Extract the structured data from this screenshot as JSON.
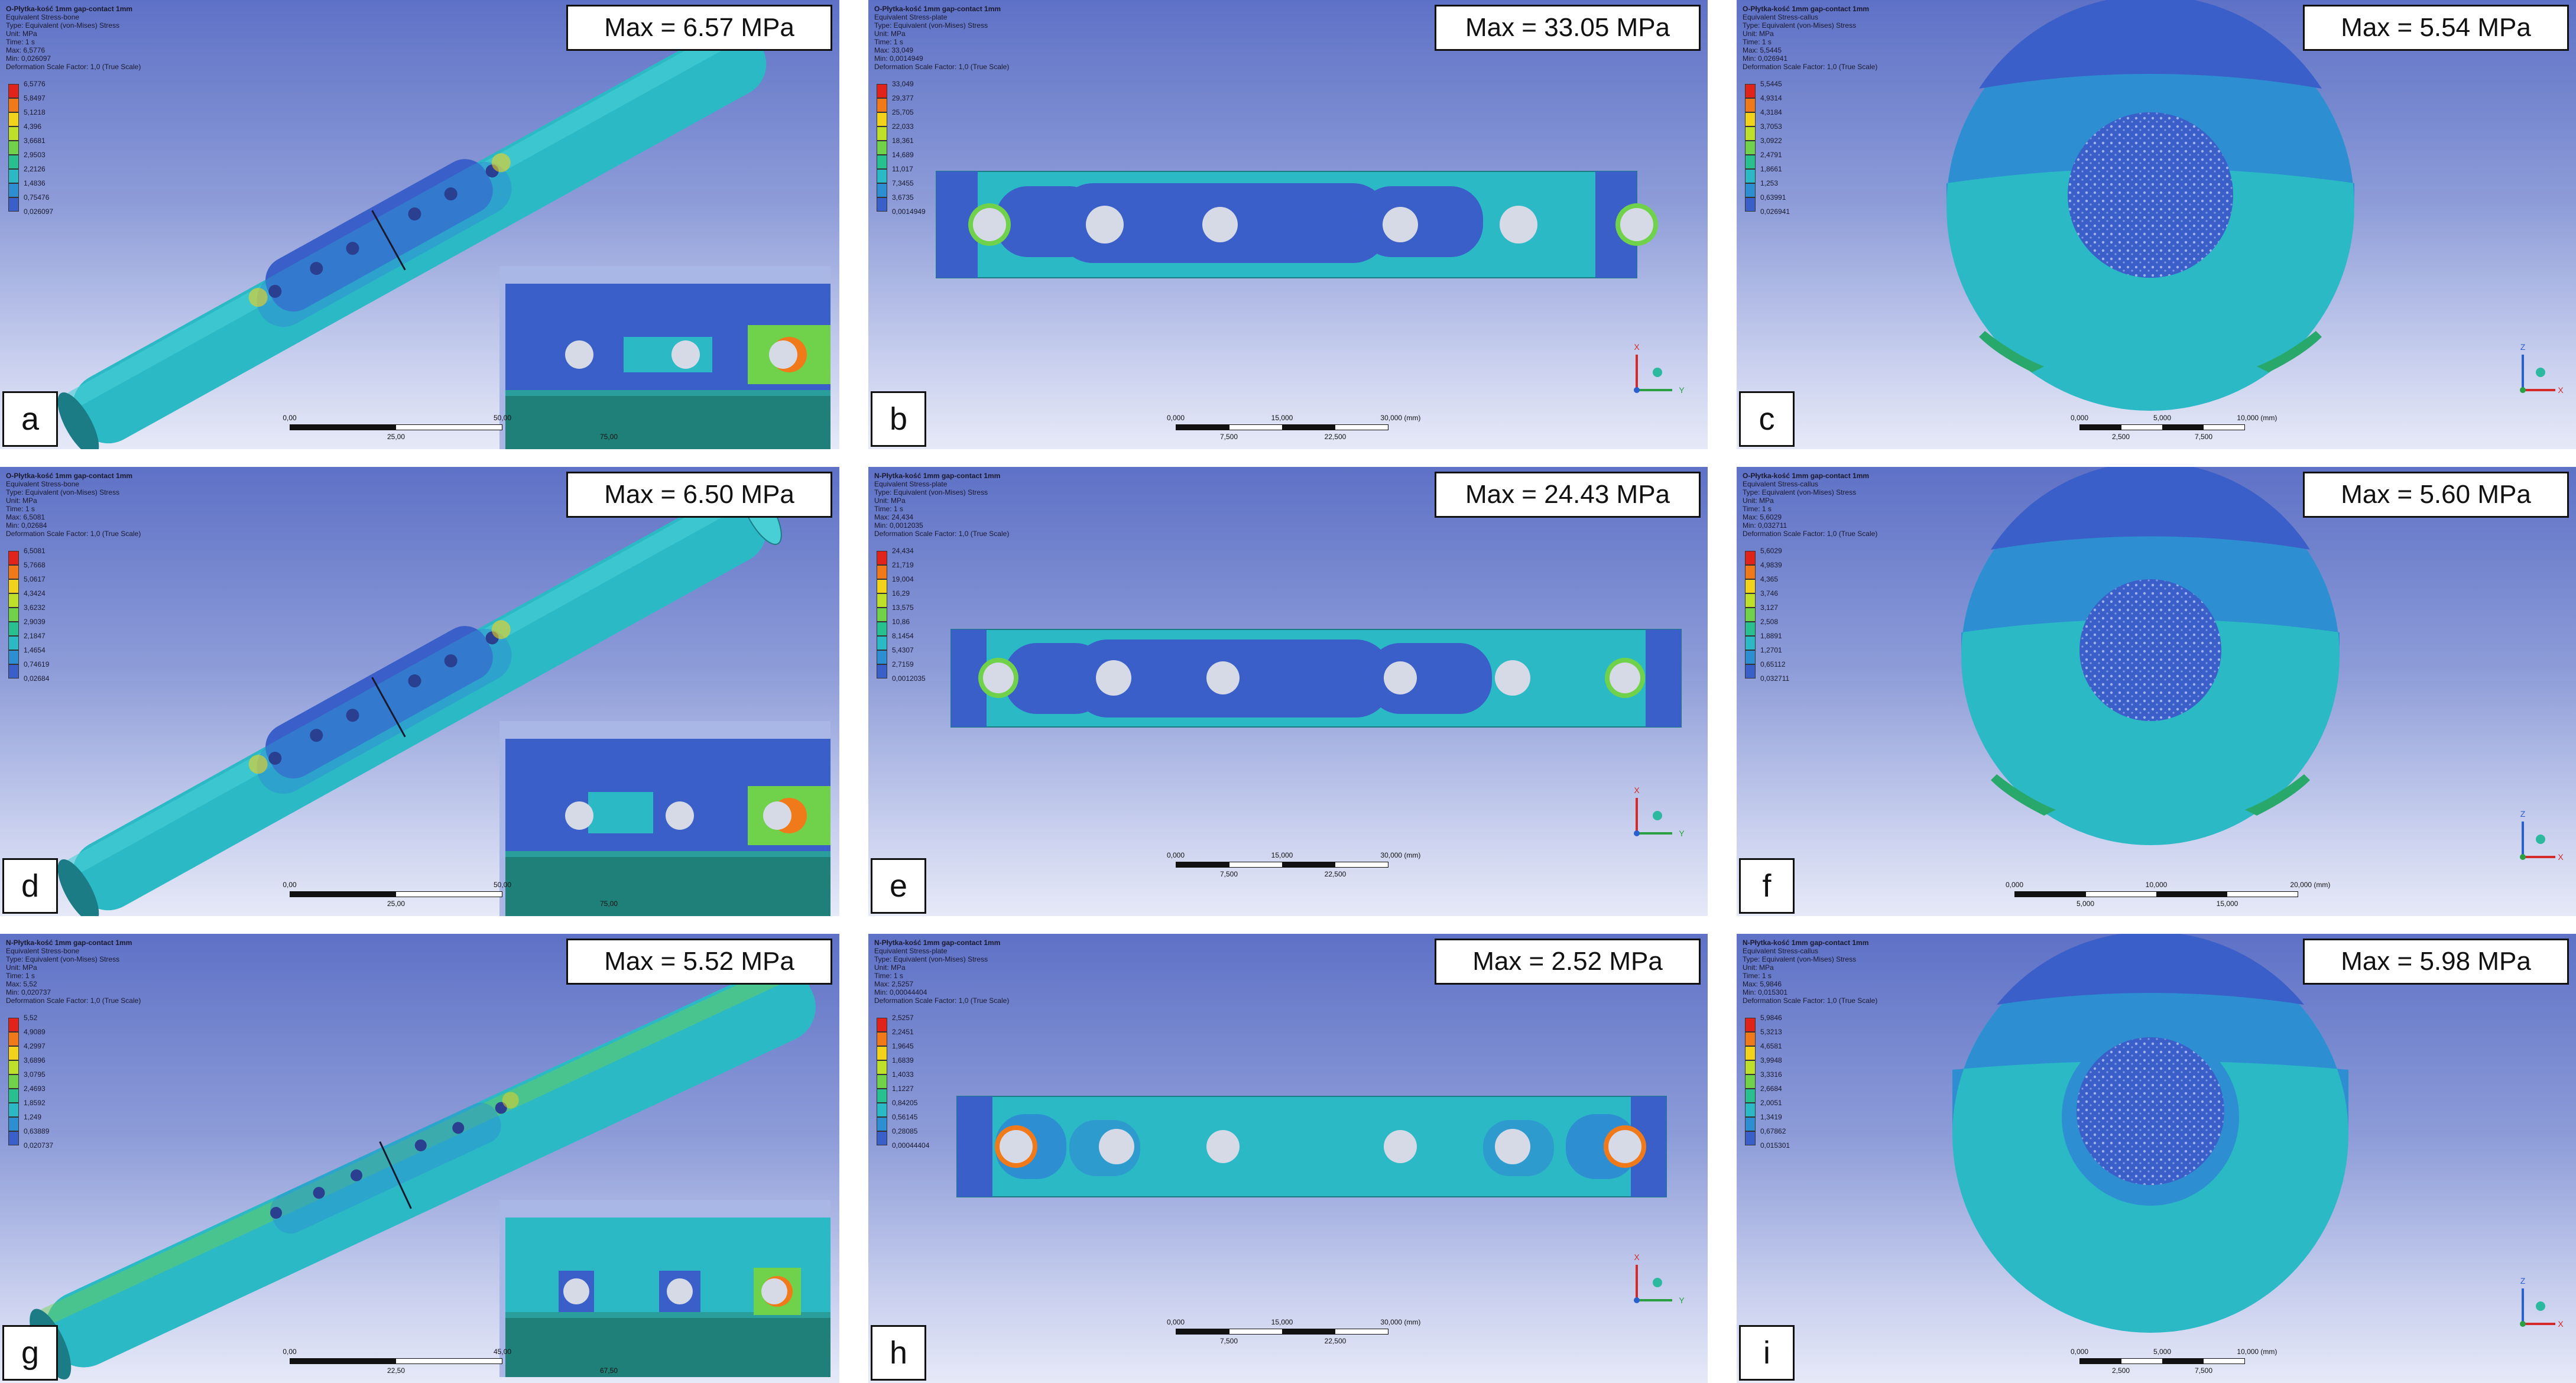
{
  "legend_colors": [
    "#e2231a",
    "#f07a1a",
    "#f2d21b",
    "#bfe02a",
    "#6fd24a",
    "#28c08e",
    "#2cb9c6",
    "#2d8fd2",
    "#3a5fc9"
  ],
  "panels": [
    {
      "letter": "a",
      "max": "Max = 6.57 MPa",
      "header": [
        "O-Płytka-kość 1mm gap-contact 1mm",
        "Equivalent Stress-bone",
        "Type: Equivalent (von-Mises) Stress",
        "Unit: MPa",
        "Time: 1 s",
        "Max: 6,5776",
        "Min: 0,026097",
        "Deformation Scale Factor: 1,0 (True Scale)"
      ],
      "legend": [
        "6,5776",
        "5,8497",
        "5,1218",
        "4,396",
        "3,6681",
        "2,9503",
        "2,2126",
        "1,4836",
        "0,75476",
        "0,026097"
      ],
      "scale": {
        "top": [
          "0,00",
          "50,00"
        ],
        "bottom": [
          "25,00",
          "75,00"
        ],
        "unit": ""
      }
    },
    {
      "letter": "b",
      "max": "Max = 33.05 MPa",
      "header": [
        "O-Płytka-kość 1mm gap-contact 1mm",
        "Equivalent Stress-plate",
        "Type: Equivalent (von-Mises) Stress",
        "Unit: MPa",
        "Time: 1 s",
        "Max: 33,049",
        "Min: 0,0014949",
        "Deformation Scale Factor: 1,0 (True Scale)"
      ],
      "legend": [
        "33,049",
        "29,377",
        "25,705",
        "22,033",
        "18,361",
        "14,689",
        "11,017",
        "7,3455",
        "3,6735",
        "0,0014949"
      ],
      "scale": {
        "top": [
          "0,000",
          "15,000",
          "30,000 (mm)"
        ],
        "bottom": [
          "7,500",
          "22,500"
        ],
        "unit": ""
      }
    },
    {
      "letter": "c",
      "max": "Max = 5.54 MPa",
      "header": [
        "O-Płytka-kość 1mm gap-contact 1mm",
        "Equivalent Stress-callus",
        "Type: Equivalent (von-Mises) Stress",
        "Unit: MPa",
        "Time: 1 s",
        "Max: 5,5445",
        "Min: 0,026941",
        "Deformation Scale Factor: 1,0 (True Scale)"
      ],
      "legend": [
        "5,5445",
        "4,9314",
        "4,3184",
        "3,7053",
        "3,0922",
        "2,4791",
        "1,8661",
        "1,253",
        "0,63991",
        "0,026941"
      ],
      "scale": {
        "top": [
          "0,000",
          "5,000",
          "10,000 (mm)"
        ],
        "bottom": [
          "2,500",
          "7,500"
        ],
        "unit": ""
      }
    },
    {
      "letter": "d",
      "max": "Max = 6.50 MPa",
      "header": [
        "O-Płytka-kość 1mm gap-contact 1mm",
        "Equivalent Stress-bone",
        "Type: Equivalent (von-Mises) Stress",
        "Unit: MPa",
        "Time: 1 s",
        "Max: 6,5081",
        "Min: 0,02684",
        "Deformation Scale Factor: 1,0 (True Scale)"
      ],
      "legend": [
        "6,5081",
        "5,7668",
        "5,0617",
        "4,3424",
        "3,6232",
        "2,9039",
        "2,1847",
        "1,4654",
        "0,74619",
        "0,02684"
      ],
      "scale": {
        "top": [
          "0,00",
          "50,00"
        ],
        "bottom": [
          "25,00",
          "75,00"
        ],
        "unit": ""
      }
    },
    {
      "letter": "e",
      "max": "Max = 24.43 MPa",
      "header": [
        "N-Płytka-kość 1mm gap-contact 1mm",
        "Equivalent Stress-plate",
        "Type: Equivalent (von-Mises) Stress",
        "Unit: MPa",
        "Time: 1 s",
        "Max: 24,434",
        "Min: 0,0012035",
        "Deformation Scale Factor: 1,0 (True Scale)"
      ],
      "legend": [
        "24,434",
        "21,719",
        "19,004",
        "16,29",
        "13,575",
        "10,86",
        "8,1454",
        "5,4307",
        "2,7159",
        "0,0012035"
      ],
      "scale": {
        "top": [
          "0,000",
          "15,000",
          "30,000 (mm)"
        ],
        "bottom": [
          "7,500",
          "22,500"
        ],
        "unit": ""
      }
    },
    {
      "letter": "f",
      "max": "Max = 5.60 MPa",
      "header": [
        "O-Płytka-kość 1mm gap-contact 1mm",
        "Equivalent Stress-callus",
        "Type: Equivalent (von-Mises) Stress",
        "Unit: MPa",
        "Time: 1 s",
        "Max: 5,6029",
        "Min: 0,032711",
        "Deformation Scale Factor: 1,0 (True Scale)"
      ],
      "legend": [
        "5,6029",
        "4,9839",
        "4,365",
        "3,746",
        "3,127",
        "2,508",
        "1,8891",
        "1,2701",
        "0,65112",
        "0,032711"
      ],
      "scale": {
        "top": [
          "0,000",
          "10,000",
          "20,000 (mm)"
        ],
        "bottom": [
          "5,000",
          "15,000"
        ],
        "unit": ""
      }
    },
    {
      "letter": "g",
      "max": "Max = 5.52 MPa",
      "header": [
        "N-Płytka-kość 1mm gap-contact 1mm",
        "Equivalent Stress-bone",
        "Type: Equivalent (von-Mises) Stress",
        "Unit: MPa",
        "Time: 1 s",
        "Max: 5,52",
        "Min: 0,020737",
        "Deformation Scale Factor: 1,0 (True Scale)"
      ],
      "legend": [
        "5,52",
        "4,9089",
        "4,2997",
        "3,6896",
        "3,0795",
        "2,4693",
        "1,8592",
        "1,249",
        "0,63889",
        "0,020737"
      ],
      "scale": {
        "top": [
          "0,00",
          "45,00"
        ],
        "bottom": [
          "22,50",
          "67,50"
        ],
        "unit": ""
      }
    },
    {
      "letter": "h",
      "max": "Max = 2.52 MPa",
      "header": [
        "N-Płytka-kość 1mm gap-contact 1mm",
        "Equivalent Stress-plate",
        "Type: Equivalent (von-Mises) Stress",
        "Unit: MPa",
        "Time: 1 s",
        "Max: 2,5257",
        "Min: 0,00044404",
        "Deformation Scale Factor: 1,0 (True Scale)"
      ],
      "legend": [
        "2,5257",
        "2,2451",
        "1,9645",
        "1,6839",
        "1,4033",
        "1,1227",
        "0,84205",
        "0,56145",
        "0,28085",
        "0,00044404"
      ],
      "scale": {
        "top": [
          "0,000",
          "15,000",
          "30,000 (mm)"
        ],
        "bottom": [
          "7,500",
          "22,500"
        ],
        "unit": ""
      }
    },
    {
      "letter": "i",
      "max": "Max = 5.98 MPa",
      "header": [
        "N-Płytka-kość 1mm gap-contact 1mm",
        "Equivalent Stress-callus",
        "Type: Equivalent (von-Mises) Stress",
        "Unit: MPa",
        "Time: 1 s",
        "Max: 5,9846",
        "Min: 0,015301",
        "Deformation Scale Factor: 1,0 (True Scale)"
      ],
      "legend": [
        "5,9846",
        "5,3213",
        "4,6581",
        "3,9948",
        "3,3316",
        "2,6684",
        "2,0051",
        "1,3419",
        "0,67862",
        "0,015301"
      ],
      "scale": {
        "top": [
          "0,000",
          "5,000",
          "10,000 (mm)"
        ],
        "bottom": [
          "2,500",
          "7,500"
        ],
        "unit": ""
      }
    }
  ],
  "axis_labels": {
    "x": "X",
    "y": "Y",
    "z": "Z"
  }
}
